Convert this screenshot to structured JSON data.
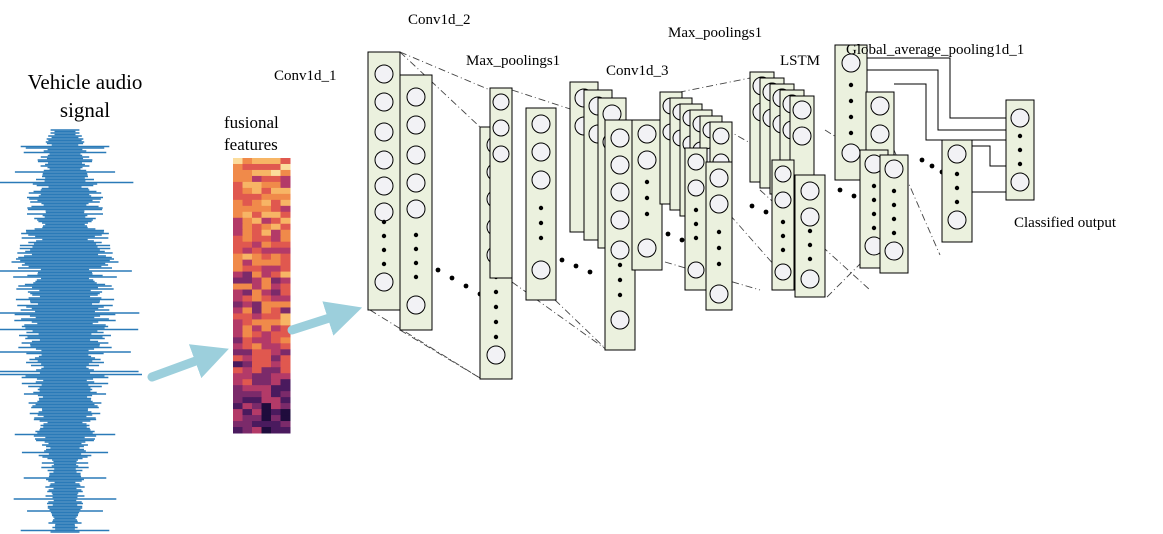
{
  "labels": {
    "vehicle_audio_line1": "Vehicle audio",
    "vehicle_audio_line2": "signal",
    "fusional_line1": "fusional",
    "fusional_line2": "features",
    "conv1": "Conv1d_1",
    "conv2": "Conv1d_2",
    "maxpool_a": "Max_poolings1",
    "conv3": "Conv1d_3",
    "maxpool_b": "Max_poolings1",
    "lstm": "LSTM",
    "gap": "Global_average_pooling1d_1",
    "output": "Classified output"
  },
  "colors": {
    "waveform": "#2a7ab8",
    "layer_fill": "#ebf1de",
    "neuron_fill": "#f2f2f5",
    "arrow": "#9ccfdc",
    "heatmap_palette": [
      "#1f0c3d",
      "#4a1a5e",
      "#7b2a6a",
      "#b33a68",
      "#e0584f",
      "#f08a4a",
      "#f7b565",
      "#fbdc9c"
    ]
  }
}
